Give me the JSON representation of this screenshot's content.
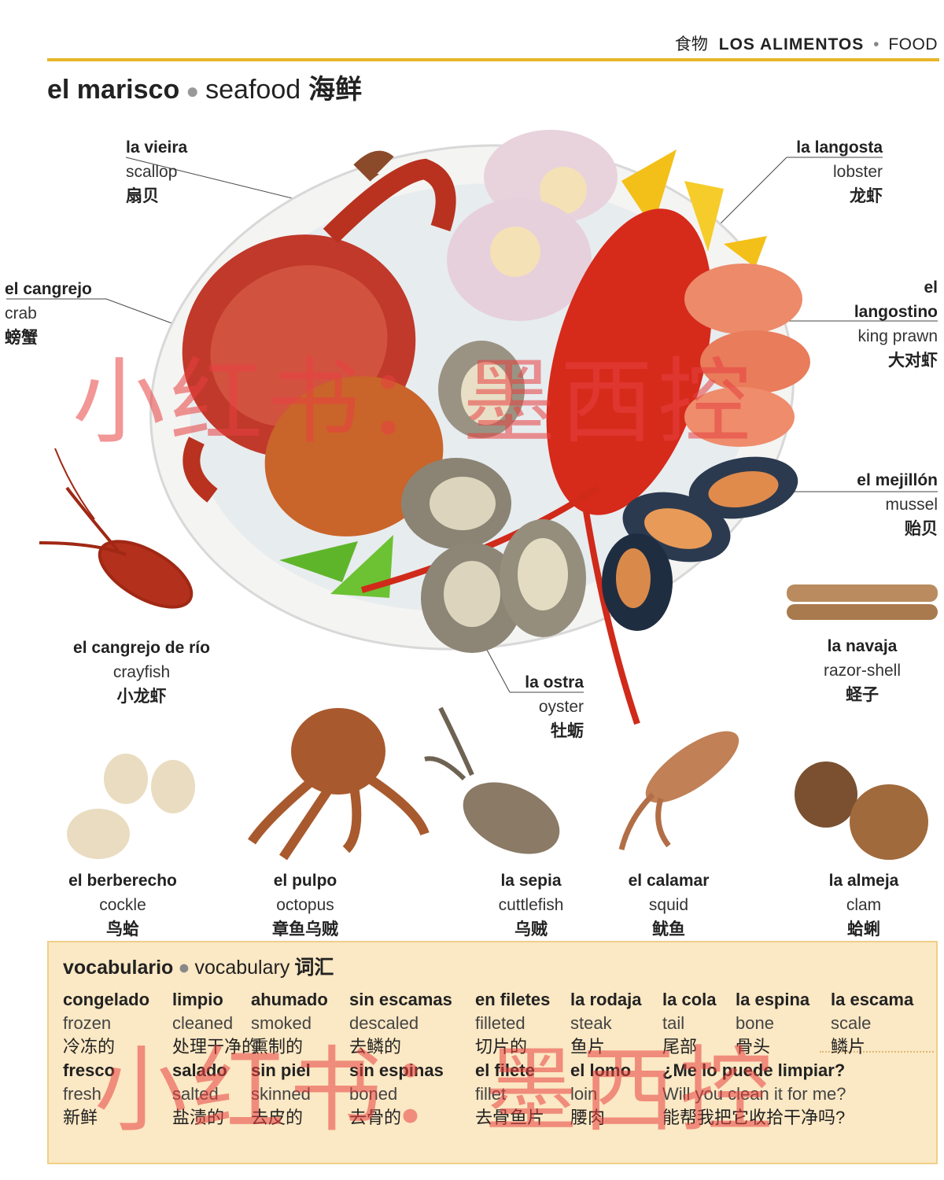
{
  "header": {
    "zh": "食物",
    "es": "LOS ALIMENTOS",
    "en": "FOOD"
  },
  "title": {
    "es": "el marisco",
    "en": "seafood",
    "zh": "海鲜"
  },
  "items": {
    "scallop": {
      "es": "la vieira",
      "en": "scallop",
      "zh": "扇贝"
    },
    "lobster": {
      "es": "la langosta",
      "en": "lobster",
      "zh": "龙虾"
    },
    "crab": {
      "es": "el cangrejo",
      "en": "crab",
      "zh": "螃蟹"
    },
    "prawn": {
      "es1": "el",
      "es2": "langostino",
      "en": "king prawn",
      "zh": "大对虾"
    },
    "mussel": {
      "es": "el mejillón",
      "en": "mussel",
      "zh": "贻贝"
    },
    "crayfish": {
      "es": "el cangrejo de río",
      "en": "crayfish",
      "zh": "小龙虾"
    },
    "razor": {
      "es": "la navaja",
      "en": "razor-shell",
      "zh": "蛏子"
    },
    "oyster": {
      "es": "la ostra",
      "en": "oyster",
      "zh": "牡蛎"
    },
    "cockle": {
      "es": "el berberecho",
      "en": "cockle",
      "zh": "鸟蛤"
    },
    "octopus": {
      "es": "el pulpo",
      "en": "octopus",
      "zh": "章鱼乌贼"
    },
    "cuttlefish": {
      "es": "la sepia",
      "en": "cuttlefish",
      "zh": "乌贼"
    },
    "squid": {
      "es": "el calamar",
      "en": "squid",
      "zh": "鱿鱼"
    },
    "clam": {
      "es": "la almeja",
      "en": "clam",
      "zh": "蛤蜊"
    }
  },
  "vocab": {
    "heading": {
      "es": "vocabulario",
      "en": "vocabulary",
      "zh": "词汇"
    },
    "row1": [
      {
        "es": "congelado",
        "en": "frozen",
        "zh": "冷冻的"
      },
      {
        "es": "limpio",
        "en": "cleaned",
        "zh": "处理干净的"
      },
      {
        "es": "ahumado",
        "en": "smoked",
        "zh": "熏制的"
      },
      {
        "es": "sin escamas",
        "en": "descaled",
        "zh": "去鳞的"
      },
      {
        "es": "en filetes",
        "en": "filleted",
        "zh": "切片的"
      },
      {
        "es": "la rodaja",
        "en": "steak",
        "zh": "鱼片"
      },
      {
        "es": "la cola",
        "en": "tail",
        "zh": "尾部"
      },
      {
        "es": "la espina",
        "en": "bone",
        "zh": "骨头"
      },
      {
        "es": "la escama",
        "en": "scale",
        "zh": "鳞片"
      }
    ],
    "row2": [
      {
        "es": "fresco",
        "en": "fresh",
        "zh": "新鲜"
      },
      {
        "es": "salado",
        "en": "salted",
        "zh": "盐渍的"
      },
      {
        "es": "sin piel",
        "en": "skinned",
        "zh": "去皮的"
      },
      {
        "es": "sin espinas",
        "en": "boned",
        "zh": "去骨的"
      },
      {
        "es": "el filete",
        "en": "fillet",
        "zh": "去骨鱼片"
      },
      {
        "es": "el lomo",
        "en": "loin",
        "zh": "腰肉"
      },
      {
        "es": "¿Me lo puede limpiar?",
        "en": "Will you clean it for me?",
        "zh": "能帮我把它收拾干净吗?"
      }
    ]
  },
  "watermark": {
    "line1": "小红书：墨西控",
    "line2": "小红书：墨西控"
  },
  "colors": {
    "accent_rule": "#e7b628",
    "vocab_bg": "#fbe8c4",
    "watermark": "#e84040"
  }
}
